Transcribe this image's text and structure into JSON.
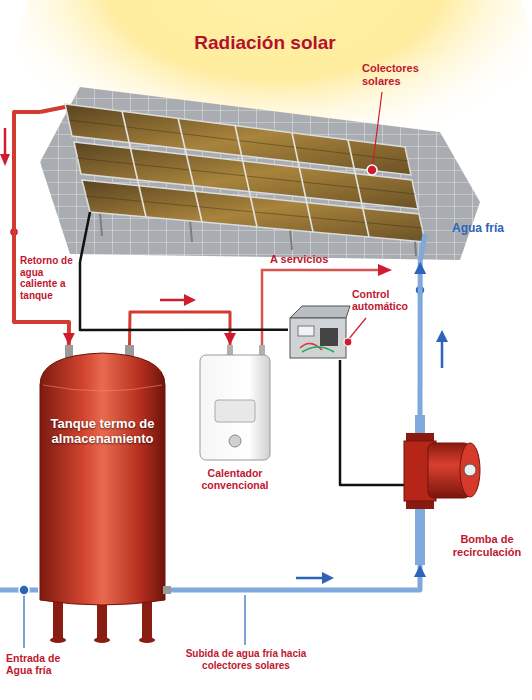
{
  "diagram": {
    "title": "Radiación solar",
    "nodes": [
      {
        "text": [
          "Colectores solares"
        ]
      },
      {
        "text": [
          "Tanque termo de almacenamiento"
        ]
      },
      {
        "text": [
          "Calentador convencional"
        ]
      },
      {
        "text": [
          "Control automático"
        ]
      },
      {
        "text": [
          "Bomba de recirculación"
        ]
      }
    ],
    "edges": [
      {
        "from": 0,
        "to": 1,
        "arrow": "to",
        "label": "Retorno de agua caliente a tanque"
      },
      {
        "from": 1,
        "to": 2,
        "arrow": "to"
      },
      {
        "from": 1,
        "to": 4,
        "arrow": "to",
        "label": "Subida de agua fría hacia colectores solares"
      },
      {
        "from": 4,
        "to": 0,
        "arrow": "to",
        "label": "Agua fría"
      },
      {
        "from": 3,
        "to": 4,
        "arrow": "none"
      },
      {
        "from": 0,
        "to": 3,
        "arrow": "none"
      }
    ],
    "labels": [
      "A servicios",
      "Entrada de Agua fría"
    ]
  }
}
